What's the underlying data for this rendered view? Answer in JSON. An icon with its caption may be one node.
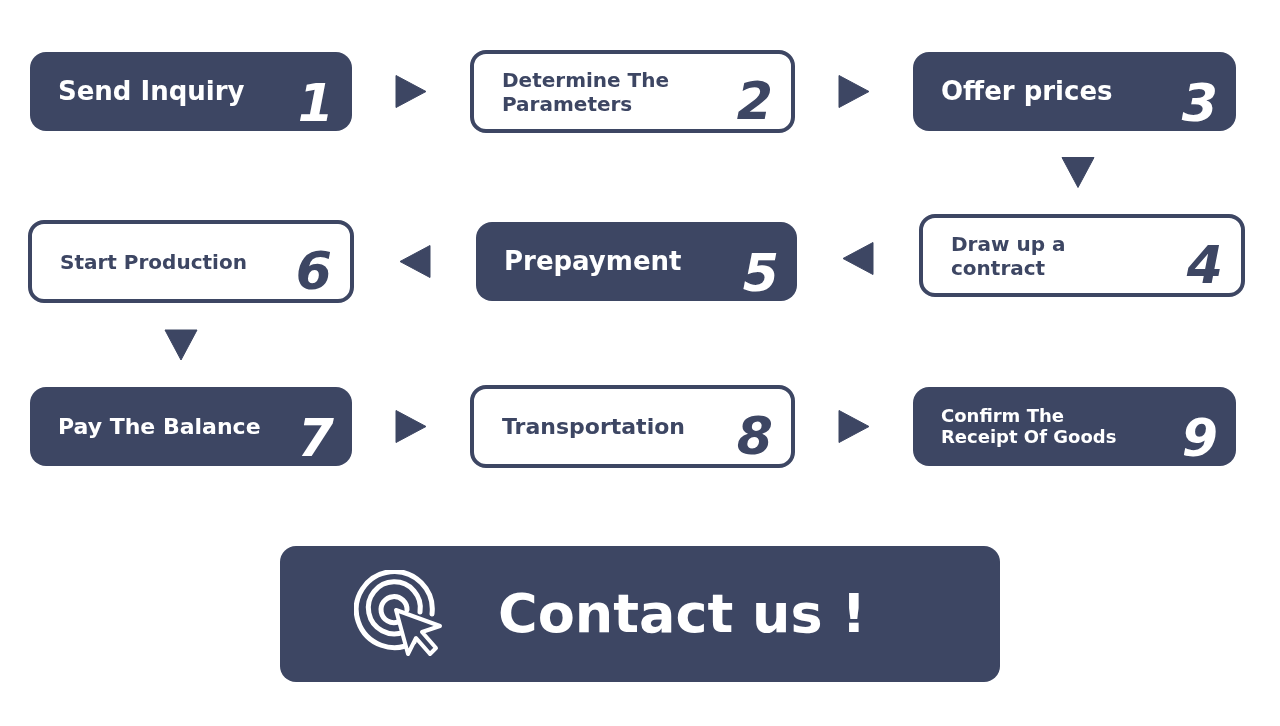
{
  "diagram": {
    "nodes": [
      {
        "text": [
          "Send Inquiry",
          "1"
        ]
      },
      {
        "text": [
          "Determine The Parameters",
          "2"
        ]
      },
      {
        "text": [
          "Offer prices",
          "3"
        ]
      },
      {
        "text": [
          "Draw up a contract",
          "4"
        ]
      },
      {
        "text": [
          "Prepayment",
          "5"
        ]
      },
      {
        "text": [
          "Start Production",
          "6"
        ]
      },
      {
        "text": [
          "Pay The Balance",
          "7"
        ]
      },
      {
        "text": [
          "Transportation",
          "8"
        ]
      },
      {
        "text": [
          "Confirm The Receipt Of Goods",
          "9"
        ]
      },
      {
        "text": [
          "Contact us !"
        ]
      }
    ],
    "edges": [
      {
        "from": 0,
        "to": 1,
        "arrow": "to"
      },
      {
        "from": 1,
        "to": 2,
        "arrow": "to"
      },
      {
        "from": 2,
        "to": 3,
        "arrow": "to"
      },
      {
        "from": 3,
        "to": 4,
        "arrow": "to"
      },
      {
        "from": 4,
        "to": 5,
        "arrow": "to"
      },
      {
        "from": 5,
        "to": 6,
        "arrow": "to"
      },
      {
        "from": 6,
        "to": 7,
        "arrow": "to"
      },
      {
        "from": 7,
        "to": 8,
        "arrow": "to"
      }
    ]
  }
}
